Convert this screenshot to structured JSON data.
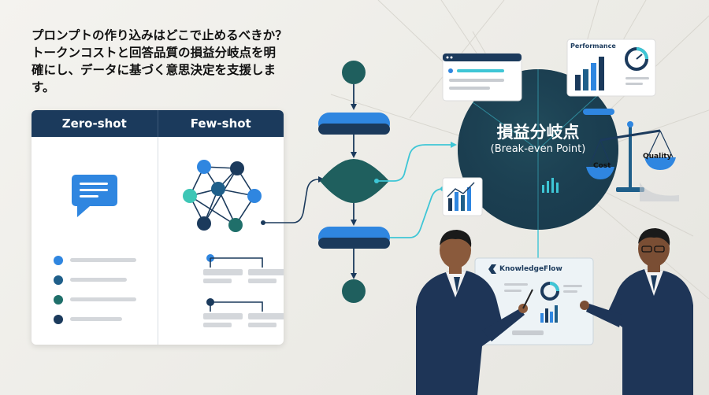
{
  "headline": {
    "line1": "プロンプトの作り込みはどこで止めるべきか？",
    "line2": "トークンコストと回答品質の損益分岐点を明",
    "line3": "確にし、データに基づく意思決定を支援しま",
    "line4": "す。"
  },
  "panel": {
    "left_header": "Zero-shot",
    "right_header": "Few-shot"
  },
  "break_even": {
    "title": "損益分岐点",
    "subtitle": "(Break-even Point)"
  },
  "performance_card": {
    "title": "Performance"
  },
  "scale": {
    "cost_label": "Cost",
    "quality_label": "Quality"
  },
  "tablet": {
    "brand": "KnowledgeFlow"
  },
  "colors": {
    "navy": "#1b3a5c",
    "teal": "#1f5f5e",
    "blue": "#2f86e0",
    "cyan": "#3ec6d6"
  }
}
